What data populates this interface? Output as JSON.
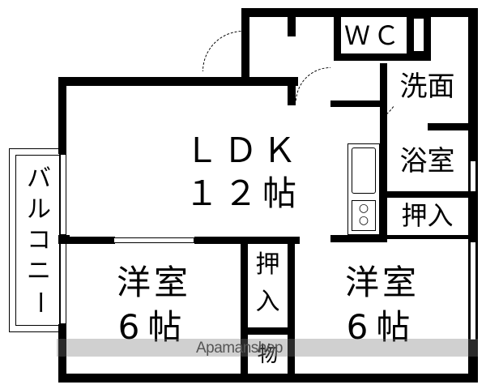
{
  "floor_plan": {
    "rooms": [
      {
        "id": "ldk",
        "name": "ＬＤＫ",
        "size": "１２帖"
      },
      {
        "id": "western_room_left",
        "name": "洋室",
        "size": "6帖"
      },
      {
        "id": "western_room_right",
        "name": "洋室",
        "size": "6帖"
      },
      {
        "id": "wc",
        "name": "ＷＣ"
      },
      {
        "id": "washroom",
        "name": "洗面"
      },
      {
        "id": "bathroom",
        "name": "浴室"
      },
      {
        "id": "closet_right",
        "name": "押入"
      },
      {
        "id": "closet_middle",
        "name_line1": "押",
        "name_line2": "入"
      },
      {
        "id": "storage",
        "name": "物"
      },
      {
        "id": "balcony",
        "name_chars": [
          "バ",
          "ル",
          "コ",
          "ニ",
          "ー"
        ]
      }
    ],
    "watermark": "Apamanshop",
    "colors": {
      "wall": "#000000",
      "background": "#ffffff",
      "watermark_band": "#8a8a8a"
    }
  }
}
